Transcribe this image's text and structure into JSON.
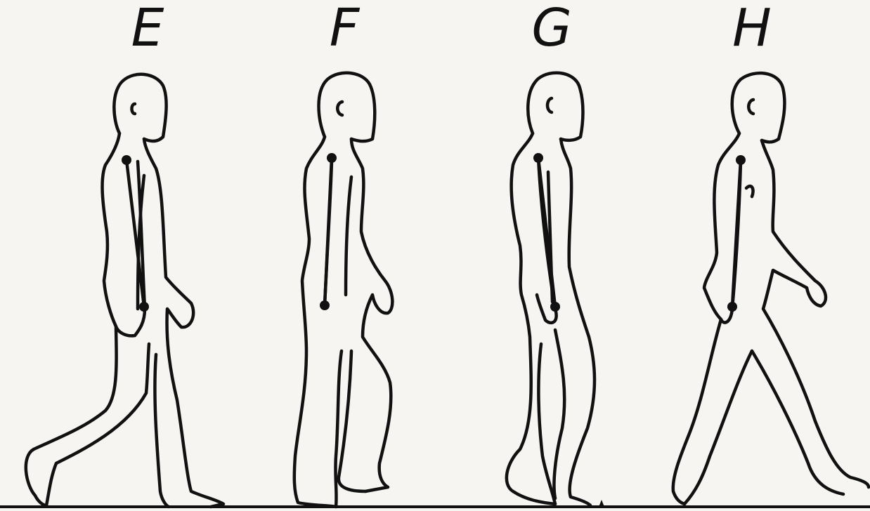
{
  "panels": [
    {
      "id": "E",
      "label": "E"
    },
    {
      "id": "F",
      "label": "F"
    },
    {
      "id": "G",
      "label": "G"
    },
    {
      "id": "H",
      "label": "H"
    }
  ],
  "colors": {
    "ink": "#111111",
    "paper": "#f6f5f1"
  }
}
